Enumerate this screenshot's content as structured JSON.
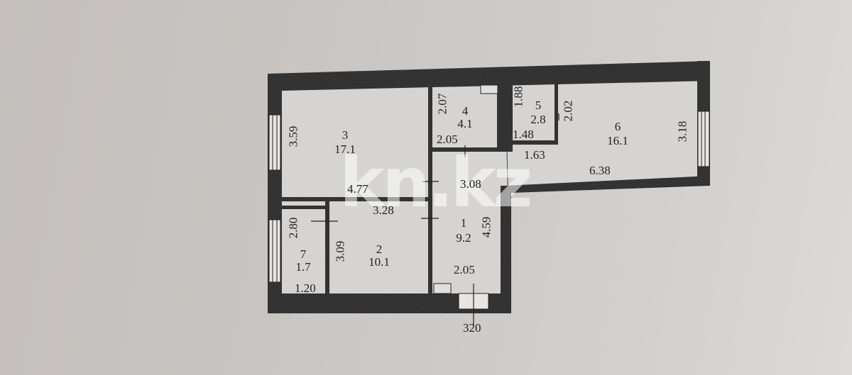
{
  "watermark": "kn.kz",
  "rooms": [
    {
      "id": "1",
      "number": "1",
      "area": "9.2"
    },
    {
      "id": "2",
      "number": "2",
      "area": "10.1"
    },
    {
      "id": "3",
      "number": "3",
      "area": "17.1"
    },
    {
      "id": "4",
      "number": "4",
      "area": "4.1"
    },
    {
      "id": "5",
      "number": "5",
      "area": "2.8"
    },
    {
      "id": "6",
      "number": "6",
      "area": "16.1"
    },
    {
      "id": "7",
      "number": "7",
      "area": "1.7"
    }
  ],
  "dimensions": {
    "room3_height": "3.59",
    "room3_width": "4.77",
    "room4_height": "2.07",
    "room4_width": "2.05",
    "room5_height": "1.88",
    "room5_width": "1.48",
    "room5_door": "2.02",
    "room6_height": "3.18",
    "room6_width": "6.38",
    "room6_inner": "1.63",
    "hall_width": "3.08",
    "room2_width": "3.28",
    "room2_height": "3.09",
    "room1_height": "4.59",
    "room1_width": "2.05",
    "room7_height": "2.80",
    "room7_width": "1.20",
    "entrance": "320"
  },
  "colors": {
    "wall": "#2b2b2b",
    "floor": "#d8d6d4",
    "background": "#c9c6c3"
  }
}
